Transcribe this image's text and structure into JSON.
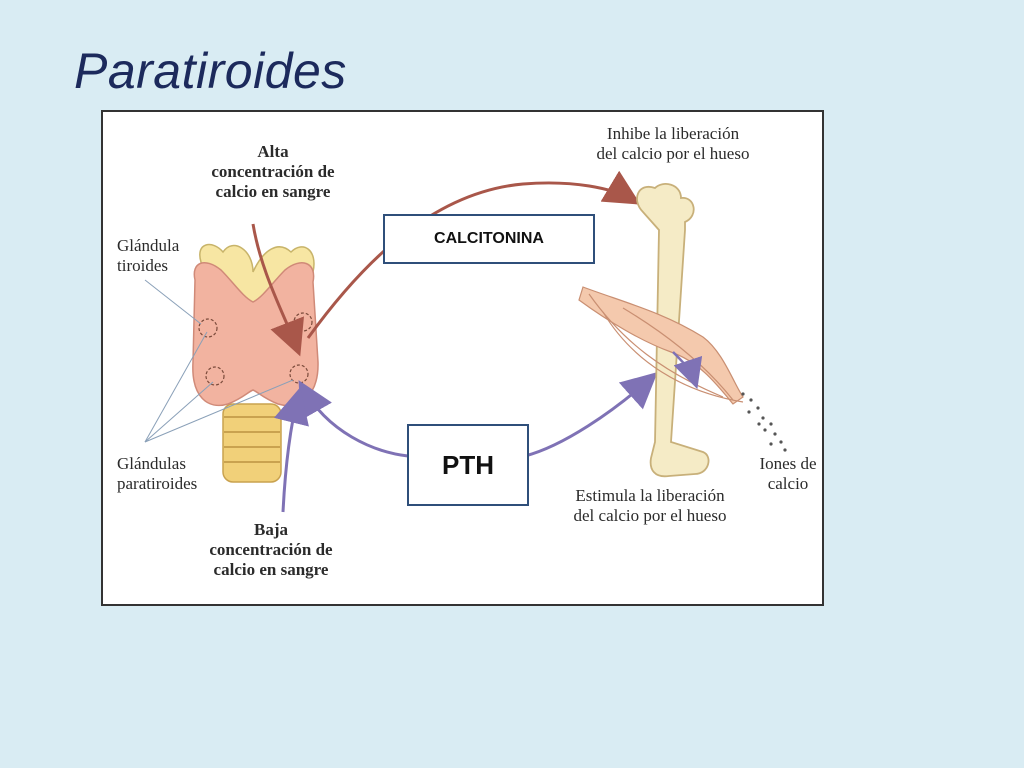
{
  "slide": {
    "title": "Paratiroides"
  },
  "diagram": {
    "labels": {
      "high_calcium": "Alta\nconcentración de\ncalcio en sangre",
      "thyroid": "Glándula\ntiroides",
      "parathyroids": "Glándulas\nparatiroides",
      "low_calcium": "Baja\nconcentración de\ncalcio en sangre",
      "inhibits_release": "Inhibe la liberación\ndel calcio por el hueso",
      "stimulates_release": "Estimula la liberación\ndel calcio por el hueso",
      "calcium_ions": "Iones de\ncalcio"
    },
    "hormones": {
      "calcitonin": "CALCITONINA",
      "pth": "PTH"
    },
    "colors": {
      "calcitonin_arrow": "#a9574a",
      "pth_arrow": "#7f72b5",
      "thyroid_fill": "#f2b3a0",
      "thyroid_top": "#f7e6a3",
      "trachea": "#f1d079",
      "bone": "#f5ebc6",
      "box_border": "#2f4f7a"
    }
  }
}
